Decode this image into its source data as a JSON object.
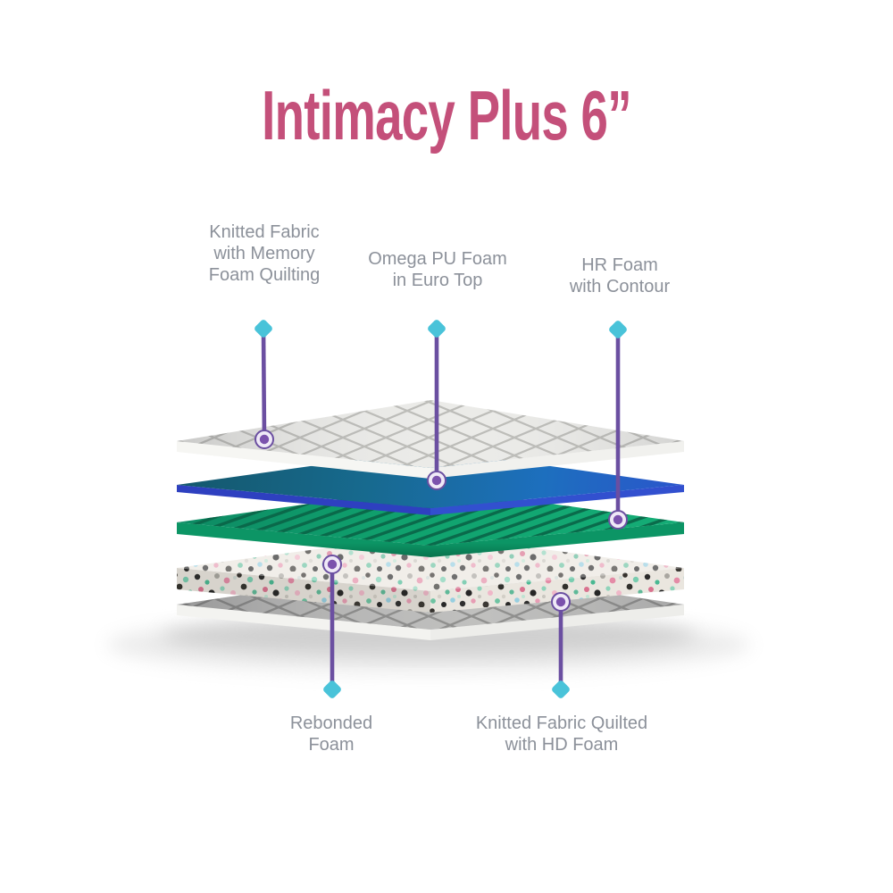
{
  "title": "Intimacy Plus 6”",
  "colors": {
    "title_pink": "#c4507a",
    "label_gray": "#8c919a",
    "leader_purple": "#6b4fa1",
    "marker_cyan": "#49c3d9",
    "foam_blue_surface": "#1a6b9e",
    "foam_blue_front_edge": "#2e40c0",
    "foam_green": "#10a26e",
    "foam_green_groove": "#0a6448",
    "quilt_top_gray": "#ebebe8",
    "quilt_bottom_gray": "#c2c2c0",
    "rebonded_base": "#eae6df"
  },
  "labels": {
    "knitted_top": {
      "lines": [
        "Knitted Fabric",
        "with Memory",
        "Foam Quilting"
      ]
    },
    "omega": {
      "lines": [
        "Omega PU Foam",
        "in Euro Top"
      ]
    },
    "hr_foam": {
      "lines": [
        "HR Foam",
        "with Contour"
      ]
    },
    "rebonded": {
      "lines": [
        "Rebonded",
        "Foam"
      ]
    },
    "knitted_bottom": {
      "lines": [
        "Knitted Fabric Quilted",
        "with HD Foam"
      ]
    }
  },
  "layers": [
    {
      "order": 1,
      "name": "Knitted Fabric with Memory Foam Quilting",
      "color": "#ebebe8"
    },
    {
      "order": 2,
      "name": "Omega PU Foam in Euro Top",
      "color": "#1a6b9e"
    },
    {
      "order": 3,
      "name": "HR Foam with Contour",
      "color": "#10a26e"
    },
    {
      "order": 4,
      "name": "Rebonded Foam",
      "color": "#eae6df"
    },
    {
      "order": 5,
      "name": "Knitted Fabric Quilted with HD Foam",
      "color": "#c2c2c0"
    }
  ]
}
